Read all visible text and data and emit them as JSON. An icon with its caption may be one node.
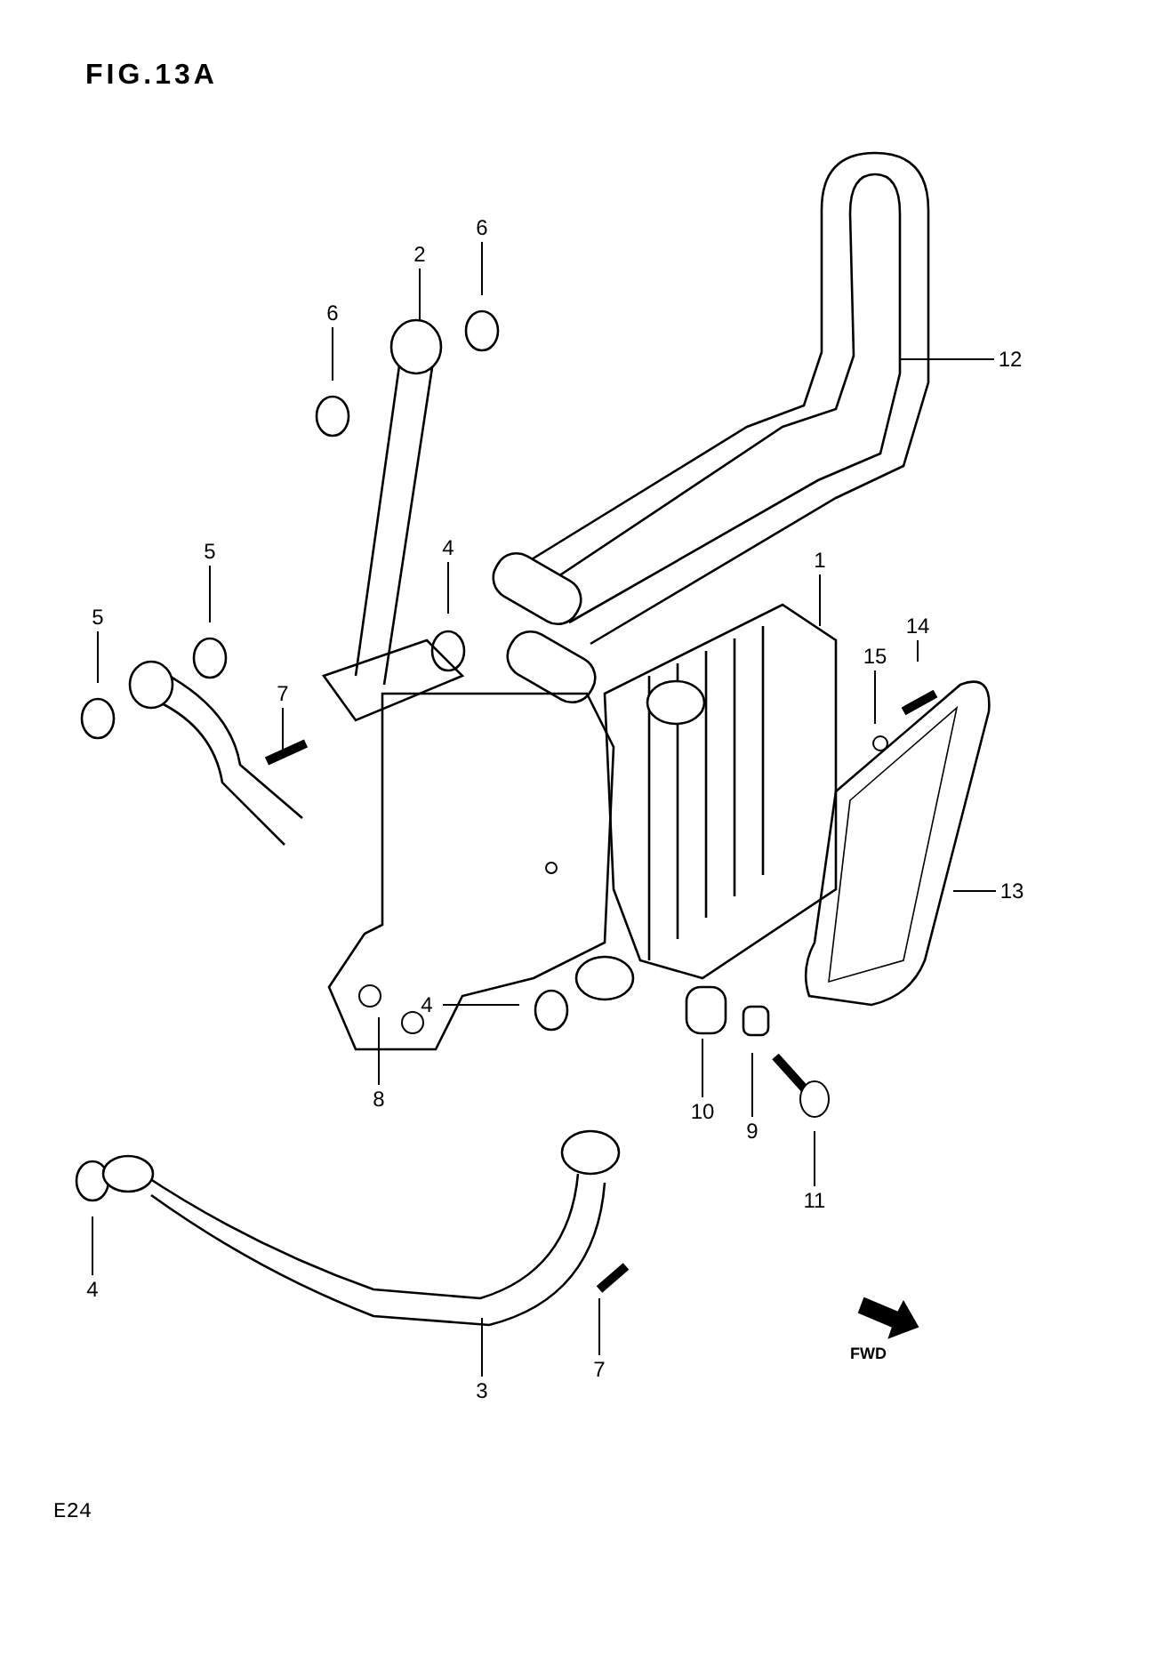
{
  "diagram": {
    "title": "FIG.13A",
    "nodes": [
      {
        "text": [
          "2"
        ]
      },
      {
        "text": [
          "6"
        ]
      },
      {
        "text": [
          "6"
        ]
      },
      {
        "text": [
          "5"
        ]
      },
      {
        "text": [
          "4"
        ]
      },
      {
        "text": [
          "5"
        ]
      },
      {
        "text": [
          "7"
        ]
      },
      {
        "text": [
          "1"
        ]
      },
      {
        "text": [
          "14"
        ]
      },
      {
        "text": [
          "15"
        ]
      },
      {
        "text": [
          "12"
        ]
      },
      {
        "text": [
          "13"
        ]
      },
      {
        "text": [
          "4"
        ]
      },
      {
        "text": [
          "8"
        ]
      },
      {
        "text": [
          "10"
        ]
      },
      {
        "text": [
          "9"
        ]
      },
      {
        "text": [
          "11"
        ]
      },
      {
        "text": [
          "4"
        ]
      },
      {
        "text": [
          "3"
        ]
      },
      {
        "text": [
          "7"
        ]
      }
    ],
    "edges": [
      {
        "from": 0,
        "to": null,
        "arrow": "none"
      },
      {
        "from": 1,
        "to": null,
        "arrow": "none"
      },
      {
        "from": 2,
        "to": null,
        "arrow": "none"
      },
      {
        "from": 3,
        "to": null,
        "arrow": "none"
      },
      {
        "from": 4,
        "to": null,
        "arrow": "none"
      },
      {
        "from": 5,
        "to": null,
        "arrow": "none"
      },
      {
        "from": 6,
        "to": null,
        "arrow": "none"
      },
      {
        "from": 7,
        "to": null,
        "arrow": "none"
      },
      {
        "from": 8,
        "to": null,
        "arrow": "none"
      },
      {
        "from": 9,
        "to": null,
        "arrow": "none"
      },
      {
        "from": 10,
        "to": null,
        "arrow": "none"
      },
      {
        "from": 11,
        "to": null,
        "arrow": "none"
      },
      {
        "from": 12,
        "to": null,
        "arrow": "none"
      },
      {
        "from": 13,
        "to": null,
        "arrow": "none"
      },
      {
        "from": 14,
        "to": null,
        "arrow": "none"
      },
      {
        "from": 15,
        "to": null,
        "arrow": "none"
      },
      {
        "from": 16,
        "to": null,
        "arrow": "none"
      },
      {
        "from": 17,
        "to": null,
        "arrow": "none"
      },
      {
        "from": 18,
        "to": null,
        "arrow": "none"
      },
      {
        "from": 19,
        "to": null,
        "arrow": "none"
      }
    ],
    "labels": [
      "FWD",
      "E24"
    ]
  }
}
